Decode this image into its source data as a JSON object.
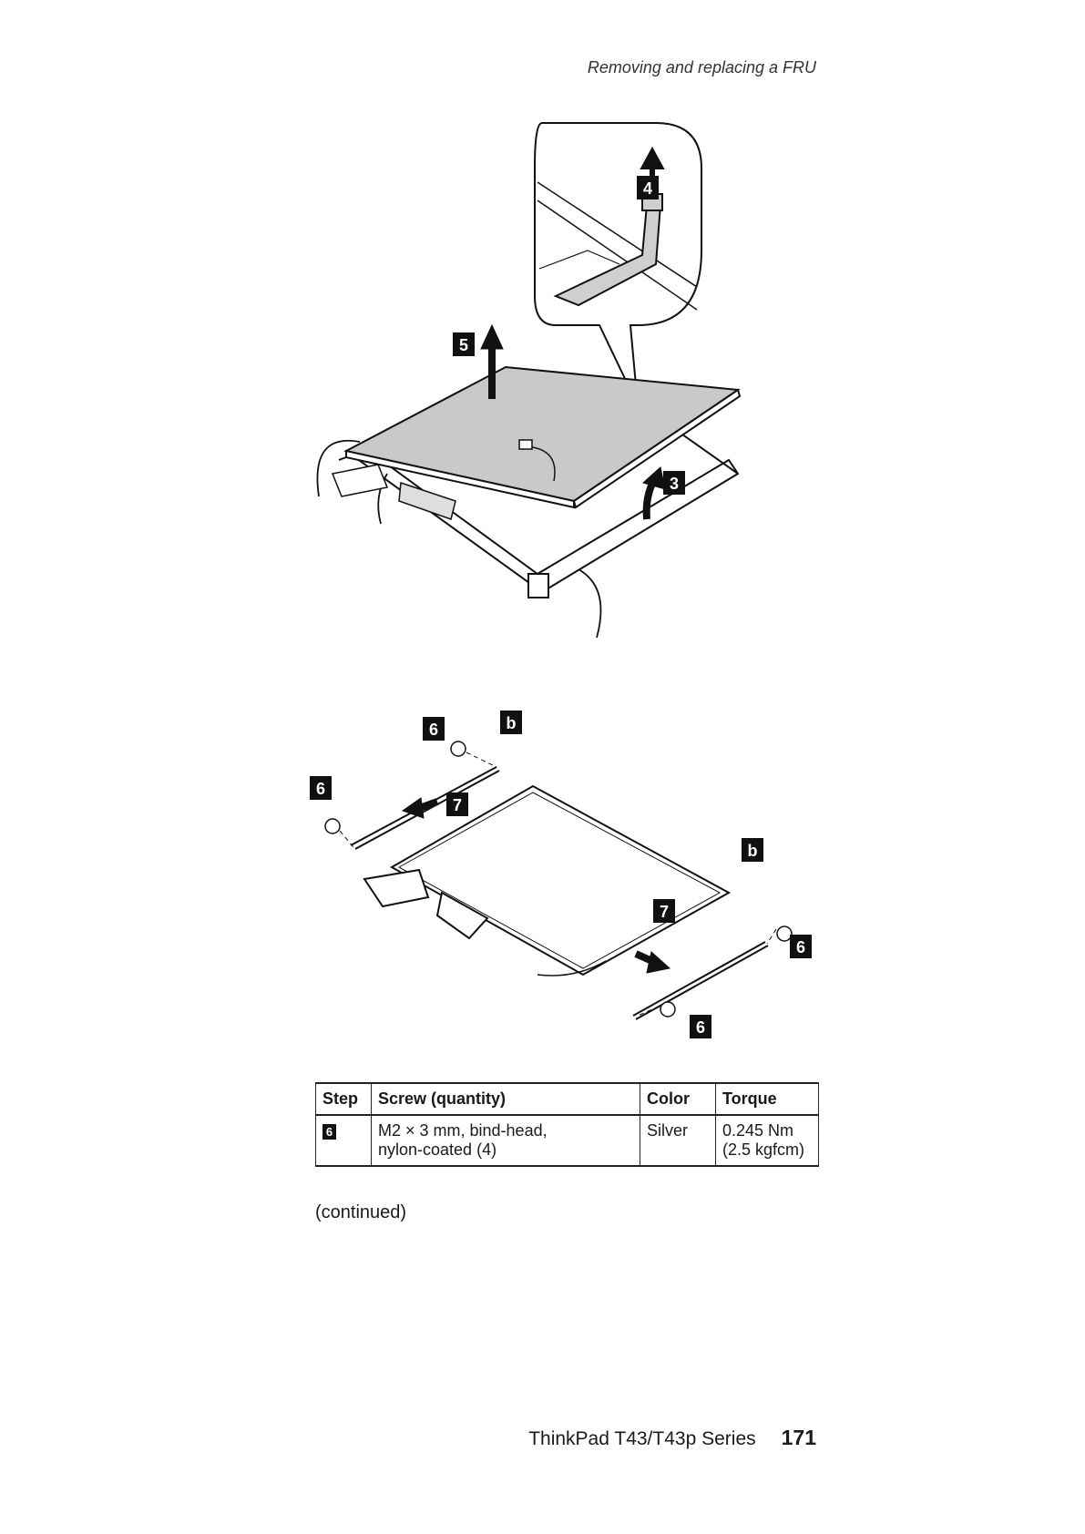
{
  "header": {
    "running_title": "Removing and replacing a FRU"
  },
  "figure1": {
    "callouts": {
      "c3": "3",
      "c4": "4",
      "c5": "5"
    }
  },
  "figure2": {
    "callouts": {
      "c6a": "6",
      "c6b": "6",
      "c6c": "6",
      "c6d": "6",
      "c7a": "7",
      "c7b": "7",
      "cba": "b",
      "cbb": "b"
    }
  },
  "table": {
    "headers": {
      "step": "Step",
      "screw": "Screw (quantity)",
      "color": "Color",
      "torque": "Torque"
    },
    "rows": [
      {
        "step": "6",
        "screw_line1": "M2 × 3 mm, bind-head,",
        "screw_line2": "nylon-coated (4)",
        "color": "Silver",
        "torque_line1": "0.245 Nm",
        "torque_line2": "(2.5 kgfcm)"
      }
    ]
  },
  "continued": "(continued)",
  "footer": {
    "series": "ThinkPad T43/T43p Series",
    "page_number": "171"
  }
}
